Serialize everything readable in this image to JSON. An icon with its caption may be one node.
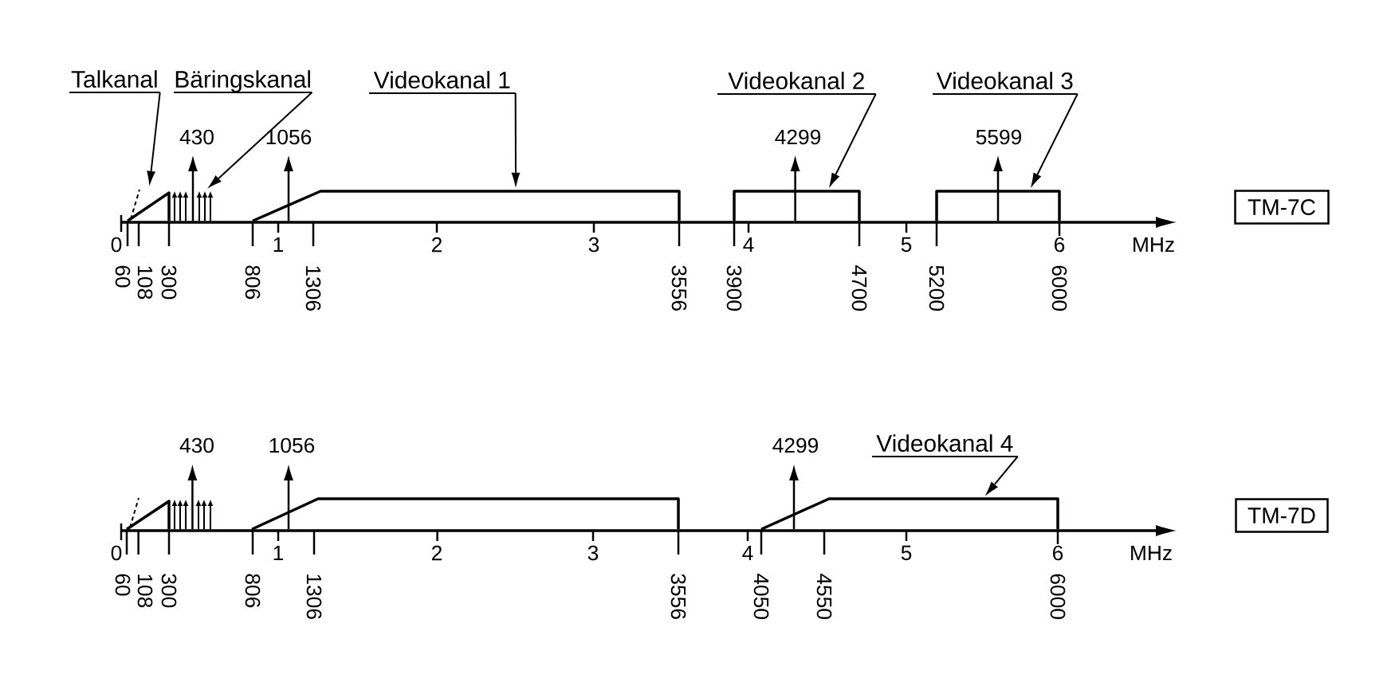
{
  "diagram": {
    "nodes": [
      {
        "text": [
          "Talkanal"
        ]
      },
      {
        "text": [
          "Bäringskanal"
        ]
      },
      {
        "text": [
          "Videokanal 1"
        ]
      },
      {
        "text": [
          "Videokanal 2"
        ]
      },
      {
        "text": [
          "Videokanal 3"
        ]
      },
      {
        "text": [],
        "shape": "triangle"
      },
      {
        "text": [],
        "shape": "picture"
      },
      {
        "text": [],
        "shape": "trapezoid"
      },
      {
        "text": [],
        "shape": "box"
      },
      {
        "text": [],
        "shape": "box"
      },
      {
        "text": [
          "TM-7C"
        ]
      },
      {
        "text": [
          "Videokanal 4"
        ]
      },
      {
        "text": [],
        "shape": "triangle"
      },
      {
        "text": [],
        "shape": "picture"
      },
      {
        "text": [],
        "shape": "trapezoid"
      },
      {
        "text": [],
        "shape": "trapezoid"
      },
      {
        "text": [
          "TM-7D"
        ]
      }
    ],
    "edges": [
      {
        "from": 0,
        "to": 5,
        "arrow": "to"
      },
      {
        "from": 1,
        "to": 6,
        "arrow": "to"
      },
      {
        "from": 2,
        "to": 7,
        "arrow": "to"
      },
      {
        "from": 3,
        "to": 8,
        "arrow": "to"
      },
      {
        "from": 4,
        "to": 9,
        "arrow": "to"
      },
      {
        "from": 11,
        "to": 15,
        "arrow": "to"
      }
    ],
    "labels": [
      "430",
      "1056",
      "4299",
      "5599",
      "0",
      "1",
      "2",
      "3",
      "4",
      "5",
      "6",
      "MHz",
      "60",
      "108",
      "300",
      "806",
      "1306",
      "3556",
      "3900",
      "4700",
      "5200",
      "6000",
      "430",
      "1056",
      "4299",
      "0",
      "1",
      "2",
      "3",
      "4",
      "5",
      "6",
      "MHz",
      "60",
      "108",
      "300",
      "806",
      "1306",
      "3556",
      "4050",
      "4550",
      "6000"
    ]
  }
}
